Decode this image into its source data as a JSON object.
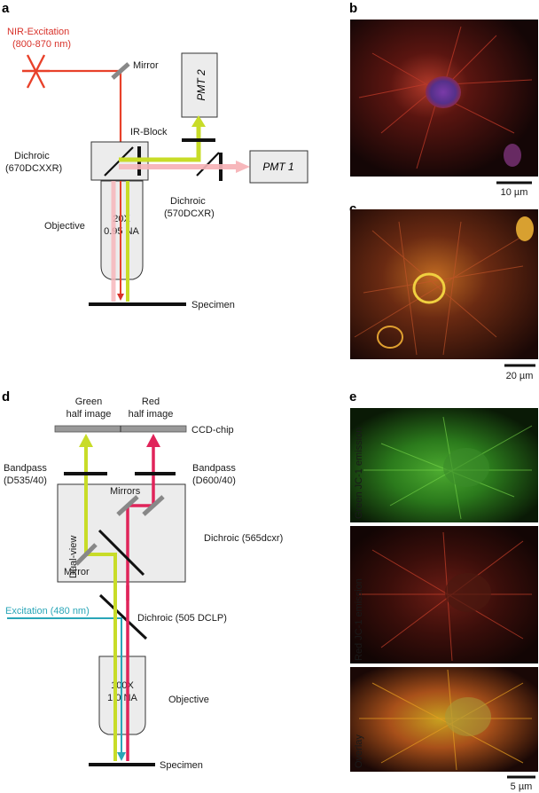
{
  "panels": {
    "a": {
      "letter": "a",
      "excitation_label": "NIR-Excitation",
      "excitation_range": "(800-870 nm)",
      "mirror": "Mirror",
      "pmt2": "PMT 2",
      "pmt1": "PMT 1",
      "ir_block": "IR-Block",
      "dichroic1": "Dichroic",
      "dichroic1_model": "(670DCXXR)",
      "dichroic2": "Dichroic",
      "dichroic2_model": "(570DCXR)",
      "objective": "Objective",
      "objective_mag": "20X",
      "objective_na": "0.95 NA",
      "specimen": "Specimen"
    },
    "b": {
      "letter": "b",
      "scale_bar": "10 µm"
    },
    "c": {
      "letter": "c",
      "scale_bar": "20 µm"
    },
    "d": {
      "letter": "d",
      "green_line1": "Green",
      "green_line2": "half image",
      "red_line1": "Red",
      "red_line2": "half image",
      "ccd": "CCD-chip",
      "bandpass_left": "Bandpass",
      "bandpass_left_model": "(D535/40)",
      "bandpass_right": "Bandpass",
      "bandpass_right_model": "(D600/40)",
      "mirrors": "Mirrors",
      "mirror": "Mirror",
      "dual_view": "Dual-view",
      "dichroic_565": "Dichroic (565dcxr)",
      "excitation": "Excitation (480 nm)",
      "dichroic_505": "Dichroic (505 DCLP)",
      "objective_mag": "100X",
      "objective_na": "1.0 NA",
      "objective": "Objective",
      "specimen": "Specimen"
    },
    "e": {
      "letter": "e",
      "green_label": "Green JC-1 emission",
      "red_label": "Red JC-1 emission",
      "overlay_label": "Overlay",
      "scale_bar": "5 µm"
    }
  },
  "colors": {
    "nir": "#e8412a",
    "green_beam": "#c8dc28",
    "red_beam": "#e0245a",
    "pink_beam": "#f7b7bb",
    "cyan": "#2aa6b8",
    "box_fill": "#ececec",
    "micrograph_bg": "#160808"
  }
}
